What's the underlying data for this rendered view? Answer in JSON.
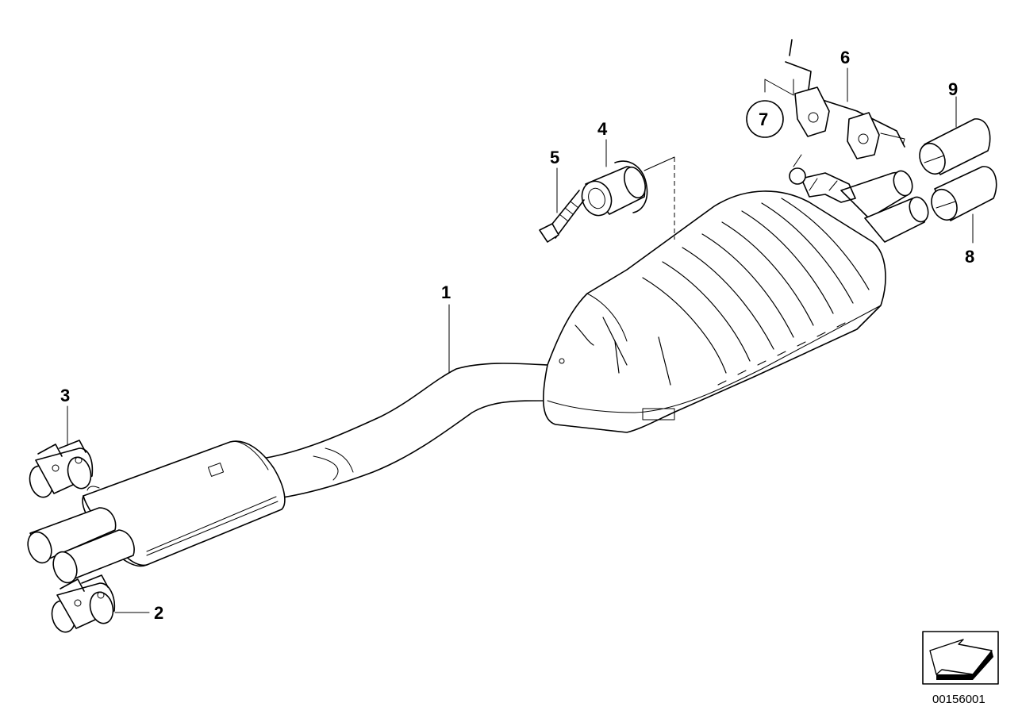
{
  "callouts": [
    {
      "id": "1",
      "label": "1"
    },
    {
      "id": "2",
      "label": "2"
    },
    {
      "id": "3",
      "label": "3"
    },
    {
      "id": "4",
      "label": "4"
    },
    {
      "id": "5",
      "label": "5"
    },
    {
      "id": "6",
      "label": "6"
    },
    {
      "id": "7",
      "label": "7"
    },
    {
      "id": "8",
      "label": "8"
    },
    {
      "id": "9",
      "label": "9"
    }
  ],
  "diagram_code": "00156001",
  "icons": {
    "orientation": "direction-arrow-icon"
  },
  "colors": {
    "line": "#000000",
    "background": "#ffffff"
  }
}
